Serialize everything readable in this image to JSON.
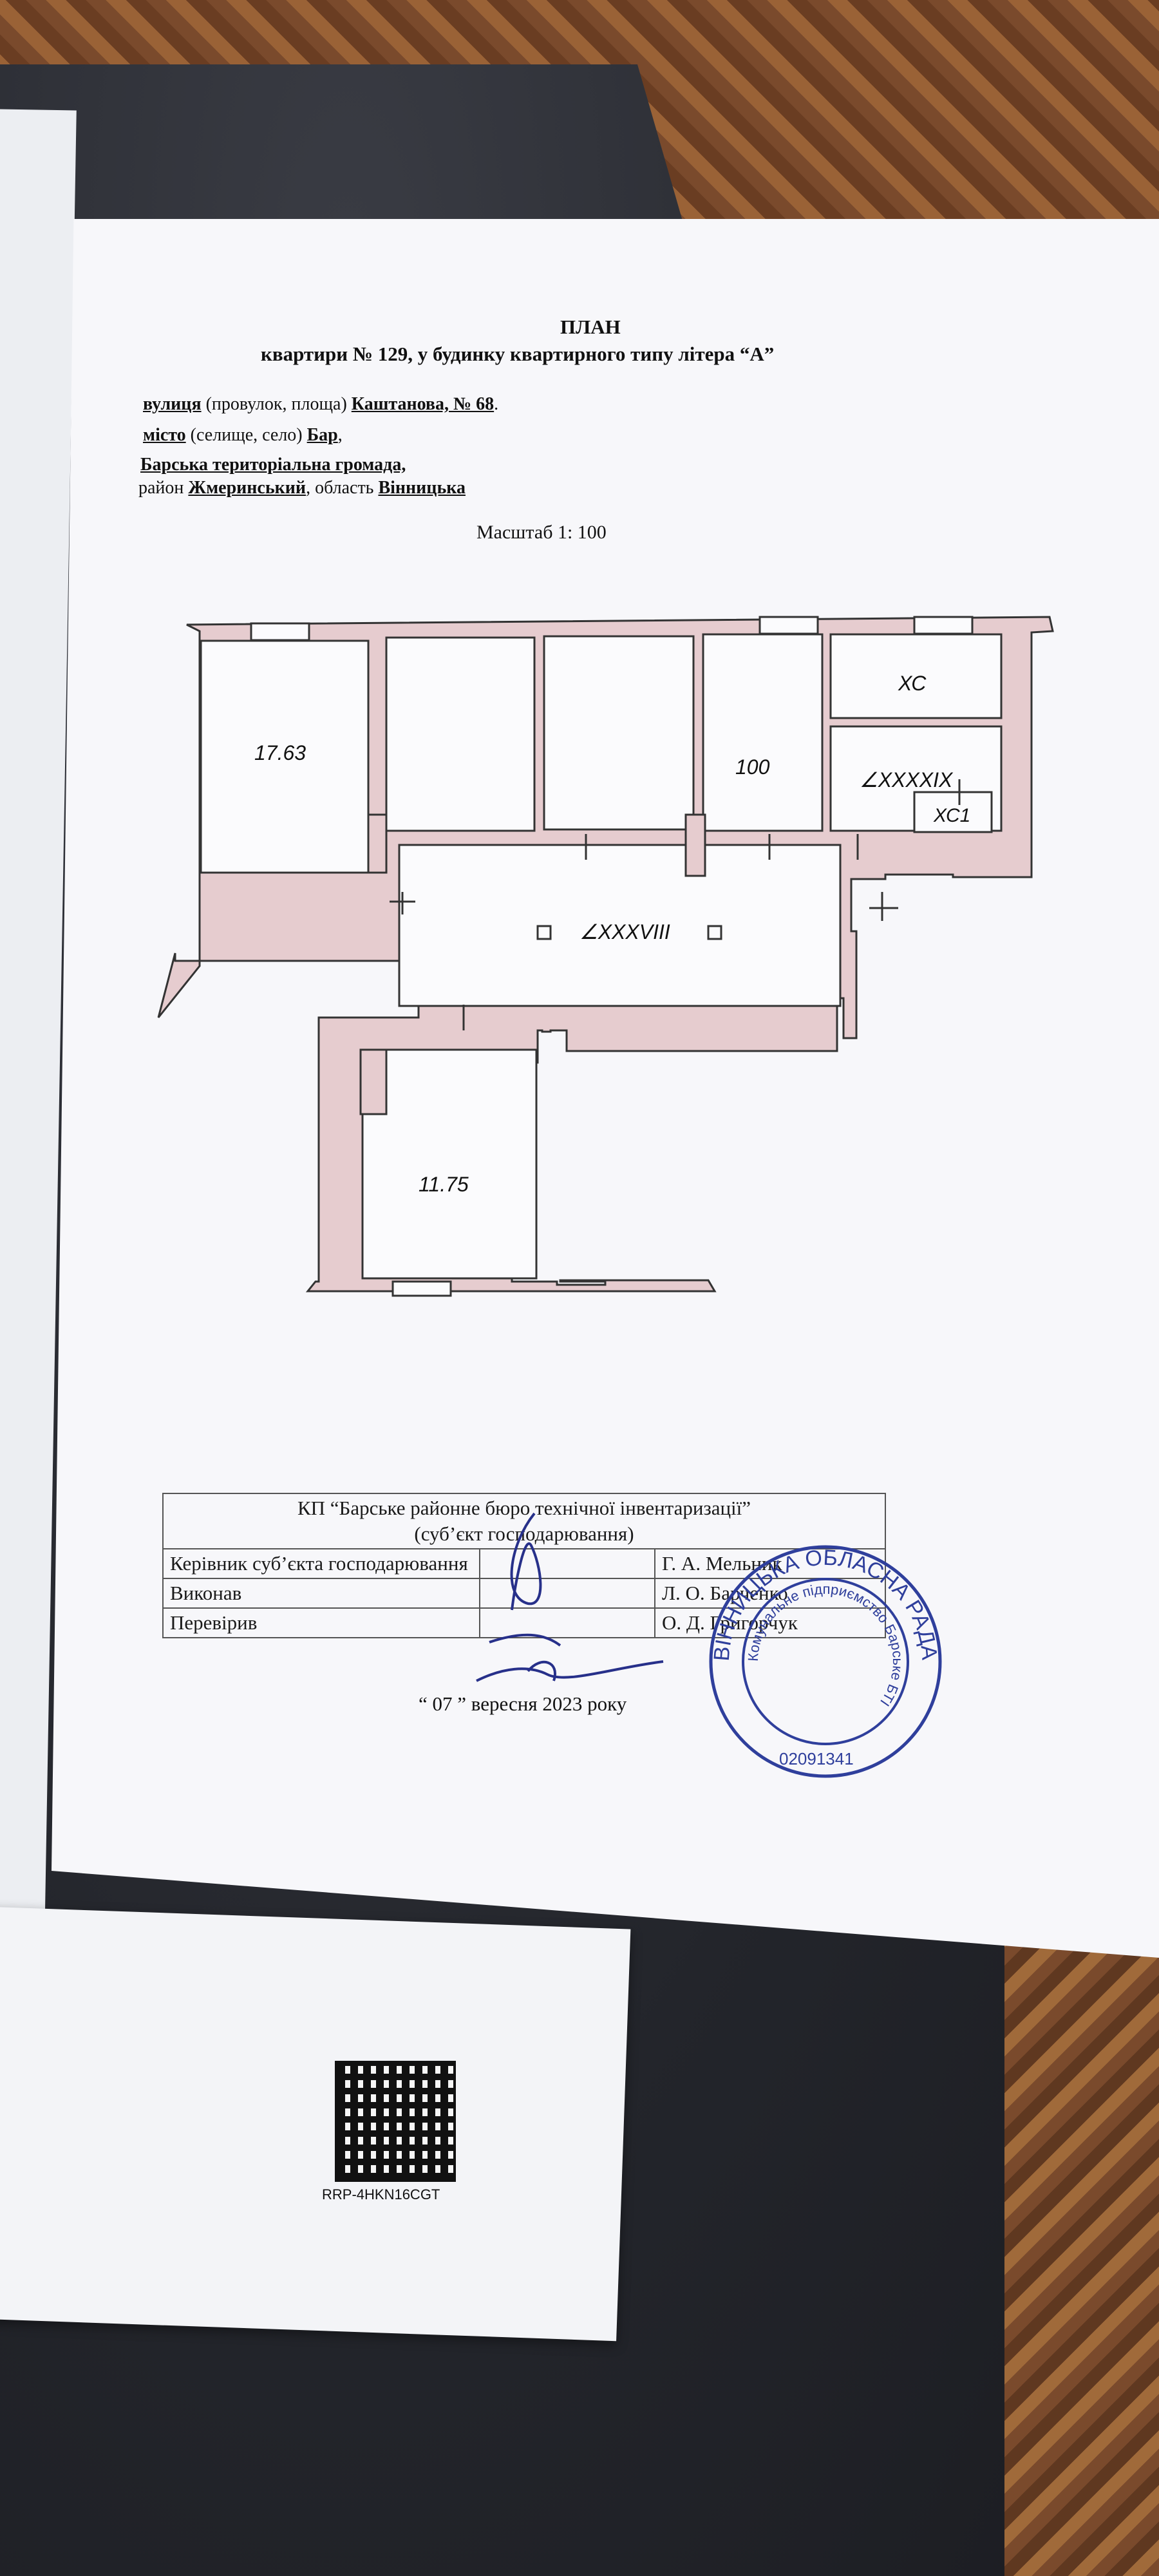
{
  "document": {
    "title": "ПЛАН",
    "subtitle": "квартири № 129, у будинку квартирного типу літера “А”",
    "street": {
      "label": "вулиця",
      "hint": " (провулок, площа) ",
      "value": "Каштанова, № 68",
      "end": "."
    },
    "city": {
      "label": "місто",
      "hint": " (селище, село) ",
      "value": "Бар",
      "end": ","
    },
    "community": "Барська територіальна громада,",
    "district": {
      "label": "район ",
      "value": "Жмеринський",
      "mid": ", область ",
      "region": "Вінницька"
    },
    "scale": "Масштаб 1: 100"
  },
  "plan": {
    "rooms": [
      {
        "label": "17.63"
      },
      {
        "label": "100"
      },
      {
        "label": "ХС"
      },
      {
        "label": "∠ХХХХІХ"
      },
      {
        "label": "ХС1"
      },
      {
        "label": "∠ХХХVIII"
      },
      {
        "label": "11.75"
      }
    ],
    "wall_fill": "#e6cccf",
    "wall_stroke": "#333333"
  },
  "stamp": {
    "organization": "КП “Барське районне бюро технічної інвентаризації”",
    "entity_note": "(суб’єкт господарювання)",
    "rows": [
      {
        "role": "Керівник суб’єкта господарювання",
        "name": "Г. А. Мельник"
      },
      {
        "role": "Виконав",
        "name": "Л. О. Барченко"
      },
      {
        "role": "Перевірив",
        "name": "О. Д. Григорчук"
      }
    ],
    "date": "“ 07 ”  вересня   2023 року"
  },
  "seal": {
    "outer_text": "ВІННИЦЬКА ОБЛАСНА РАДА",
    "inner_text": "Комунальне підприємство Барське БТІ",
    "code": "02091341",
    "color": "#2f3f9c"
  },
  "qr": {
    "code": "RRP-4HKN16CGT"
  }
}
